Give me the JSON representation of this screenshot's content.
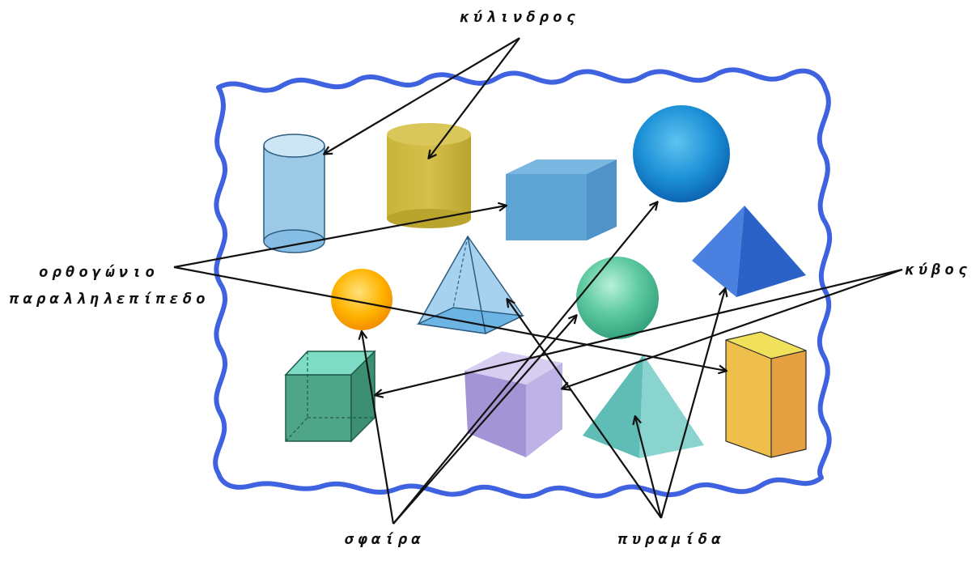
{
  "labels": {
    "cylinder": "κύλινδρος",
    "rect_box_line1": "ορθογώνιο",
    "rect_box_line2": "παραλληλεπίπεδο",
    "cube": "κύβος",
    "sphere": "σφαίρα",
    "pyramid": "πυραμίδα"
  },
  "colors": {
    "frame": "#3f63e0",
    "arrow": "#111111"
  }
}
